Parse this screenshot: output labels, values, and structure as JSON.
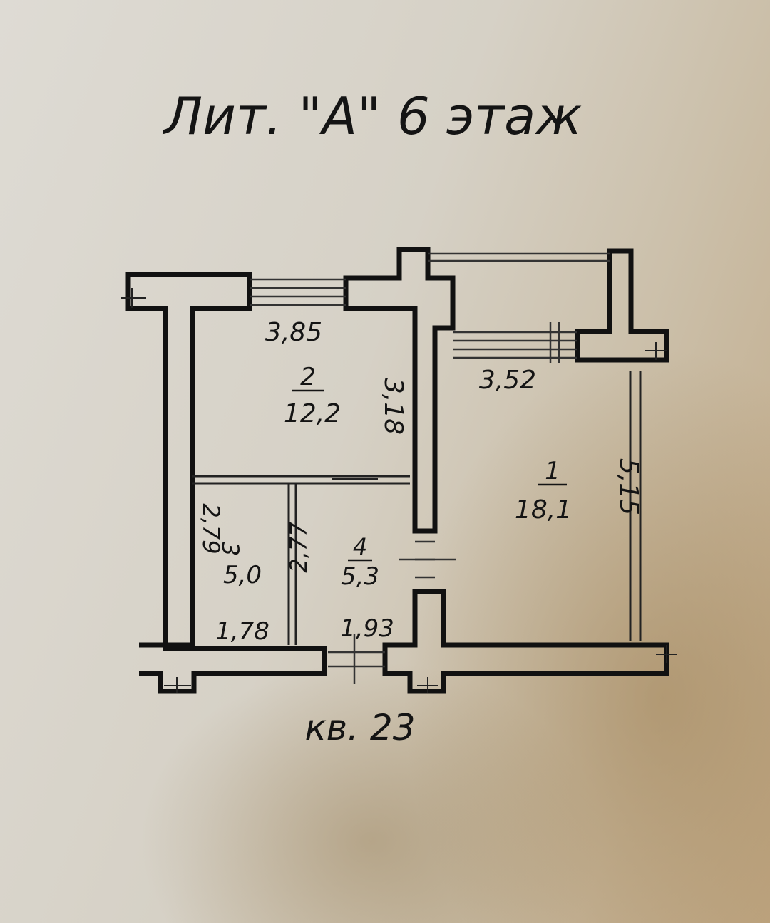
{
  "header": {
    "title": "Лит. \"А\" 6 этаж"
  },
  "footer": {
    "apartment": "кв. 23"
  },
  "rooms": [
    {
      "number": "1",
      "area": "18,1",
      "width": "3,52",
      "length": "5,15"
    },
    {
      "number": "2",
      "area": "12,2",
      "width": "3,85",
      "length": "3,18"
    },
    {
      "number": "3",
      "area": "5,0",
      "width": "1,78",
      "length": "2,79"
    },
    {
      "number": "4",
      "area": "5,3",
      "width": "1,93",
      "length": "2,77"
    }
  ]
}
